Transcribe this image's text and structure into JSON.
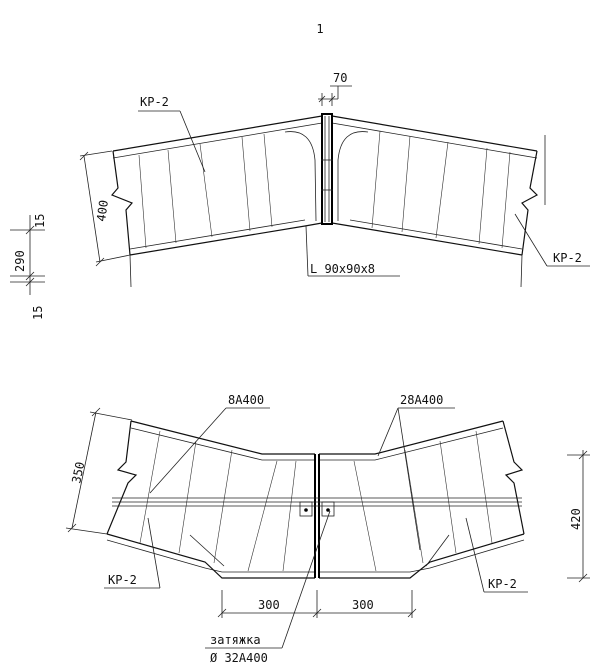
{
  "sheet": {
    "number": "1"
  },
  "upper_view": {
    "label_left": "КР-2",
    "label_right": "КР-2",
    "dim_gap": "70",
    "dim_height": "400",
    "angle_label": "L  90x90x8",
    "section": {
      "top": "15",
      "mid": "290",
      "bottom": "15"
    }
  },
  "lower_view": {
    "rebar_top_left": "8А400",
    "rebar_top_right": "28А400",
    "dim_left": "350",
    "dim_right": "420",
    "dim_bottom_left": "300",
    "dim_bottom_right": "300",
    "label_left": "КР-2",
    "label_right": "КР-2",
    "tie_label": "затяжка",
    "tie_spec": "Ø 32А400"
  }
}
